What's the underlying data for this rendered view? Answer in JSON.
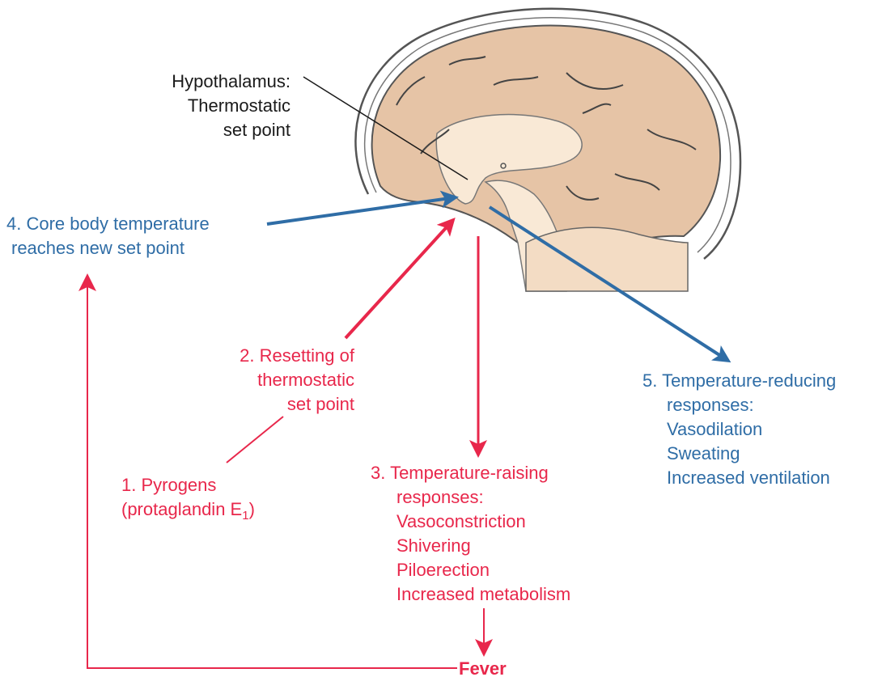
{
  "labels": {
    "hypothalamus": [
      "Hypothalamus:",
      "Thermostatic",
      "set point"
    ],
    "core_temp": [
      "4. Core body temperature",
      "reaches new set point"
    ],
    "resetting": [
      "2. Resetting of",
      "thermostatic",
      "set point"
    ],
    "pyrogens": {
      "line1": "1. Pyrogens",
      "line2_pre": "(protaglandin E",
      "line2_sub": "1",
      "line2_post": ")"
    },
    "raising": [
      "3. Temperature-raising",
      "responses:",
      "Vasoconstriction",
      "Shivering",
      "Piloerection",
      "Increased metabolism"
    ],
    "reducing": [
      "5. Temperature-reducing",
      "responses:",
      "Vasodilation",
      "Sweating",
      "Increased ventilation"
    ],
    "fever": "Fever"
  },
  "colors": {
    "red": "#e8274b",
    "blue": "#2f6da6",
    "black": "#1a1a1a",
    "brain_fill": "#e6c4a6",
    "brain_light": "#f9e9d6",
    "outline": "#555555"
  }
}
